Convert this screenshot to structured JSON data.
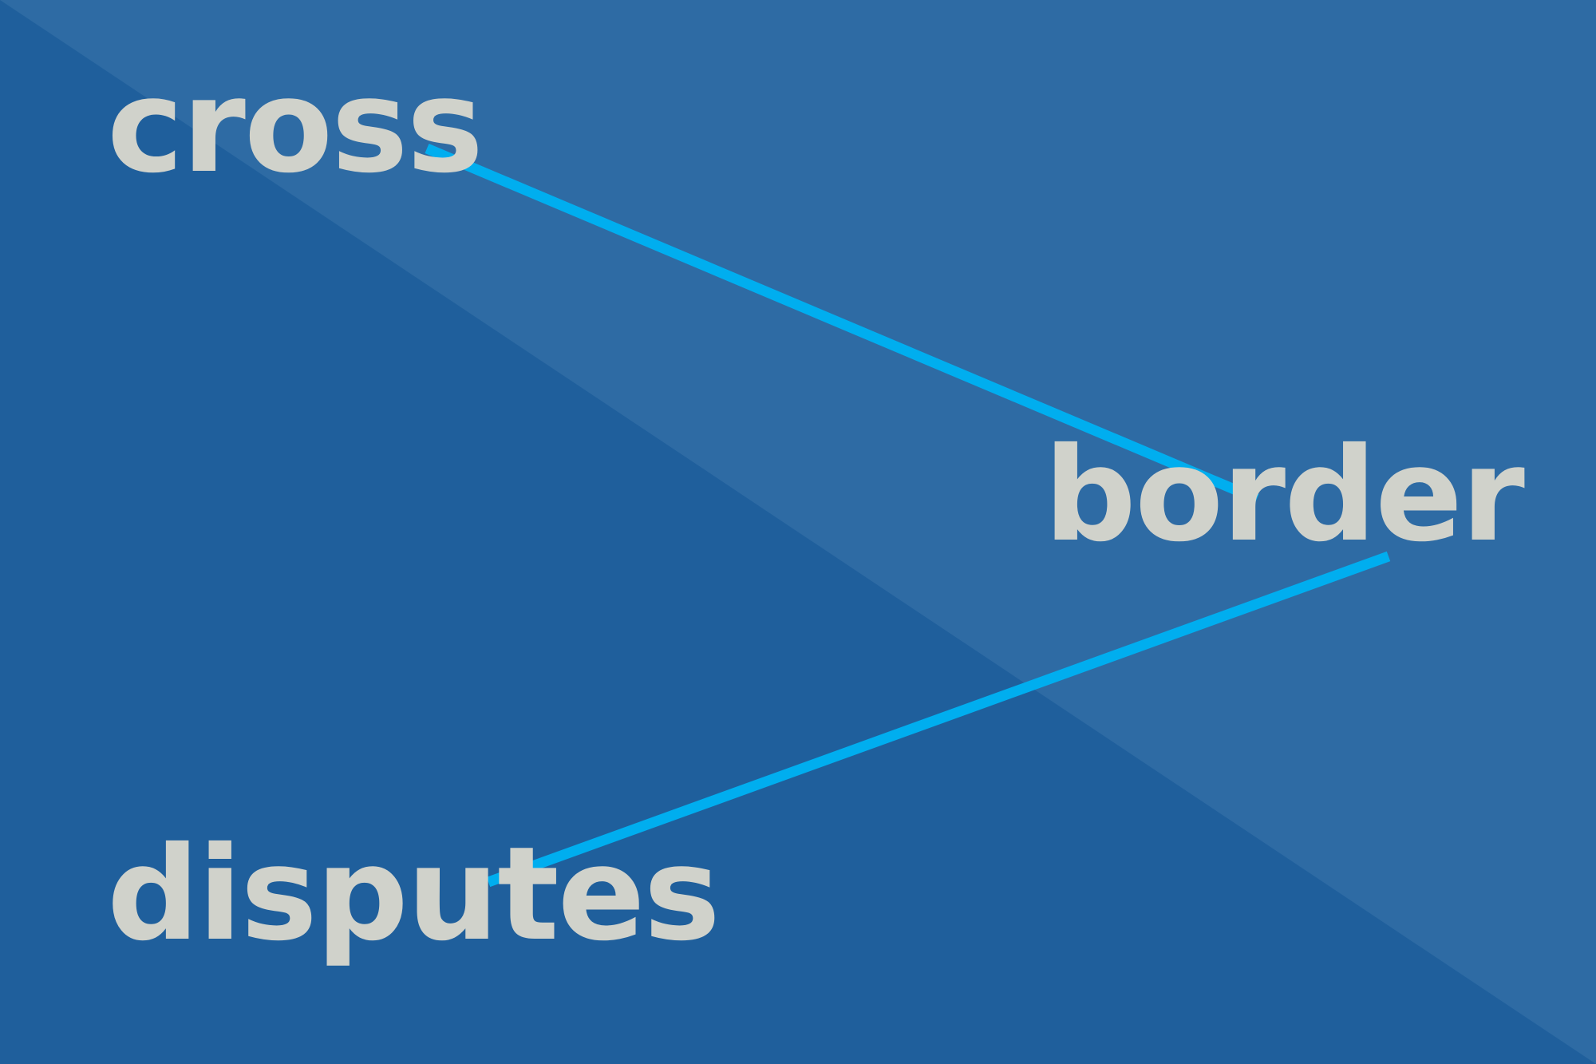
{
  "words": {
    "first": "cross",
    "second": "border",
    "third": "disputes"
  },
  "colors": {
    "background": "#1f5f9c",
    "background_light": "#2e6ba4",
    "connector": "#00aeef",
    "text": "#d0d2cb"
  }
}
